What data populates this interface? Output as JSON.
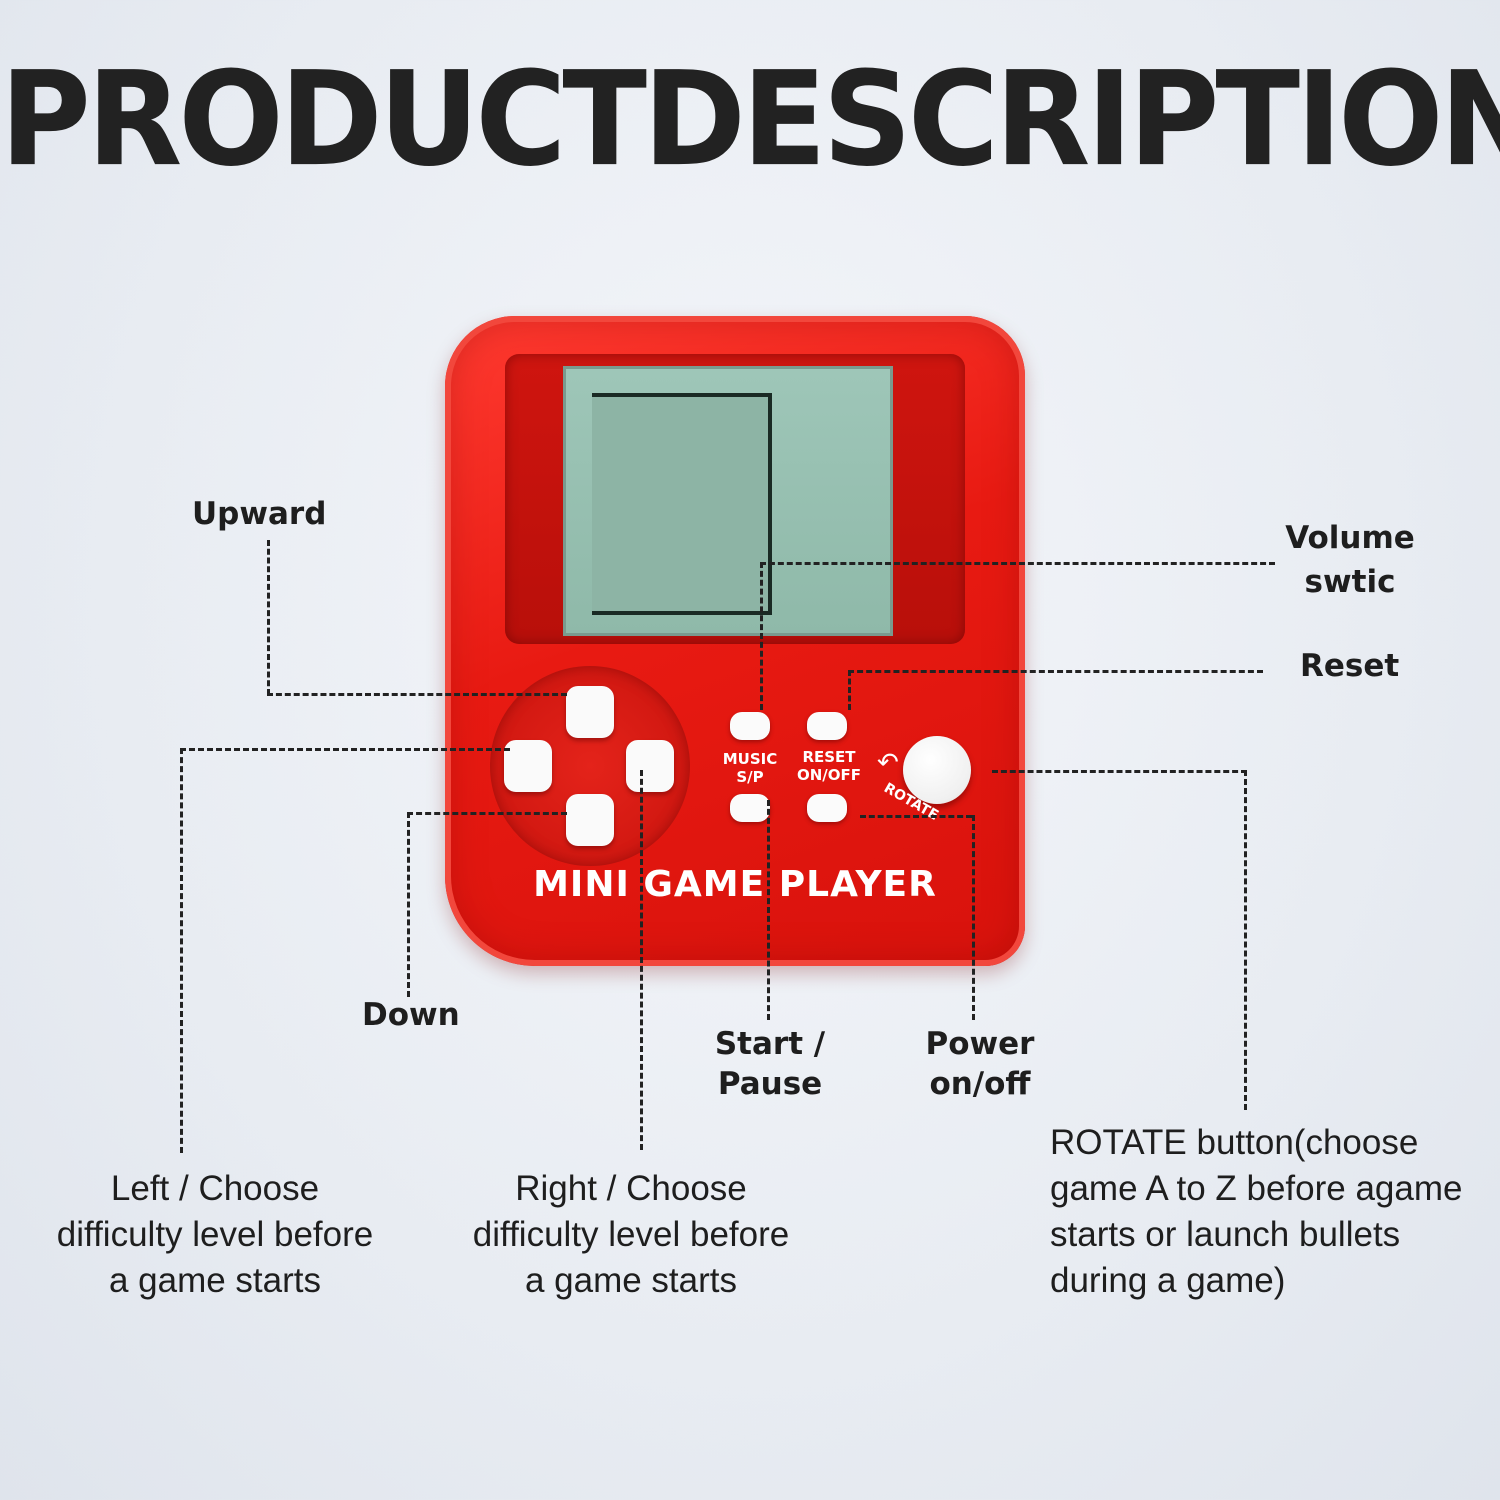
{
  "title": "PRODUCTDESCRIPTION",
  "device": {
    "brand": "MINI GAME PLAYER",
    "music_label": "MUSIC\nS/P",
    "reset_label": "RESET\nON/OFF",
    "rotate_label": "ROTATE"
  },
  "callouts": {
    "upward": "Upward",
    "volume": "Volume\nswtic",
    "reset": "Reset",
    "down": "Down",
    "start_pause": "Start /\nPause",
    "power": "Power\non/off"
  },
  "descriptions": {
    "left": "Left / Choose\ndifficulty level before\na game starts",
    "right": "Right / Choose\ndifficulty level before\na game starts",
    "rotate": "ROTATE button(choose\ngame A to Z before agame\nstarts or launch bullets\nduring a game)"
  },
  "colors": {
    "device_red": "#e81a12",
    "screen_green": "#9ec6b8",
    "text_dark": "#1e1e1e"
  }
}
